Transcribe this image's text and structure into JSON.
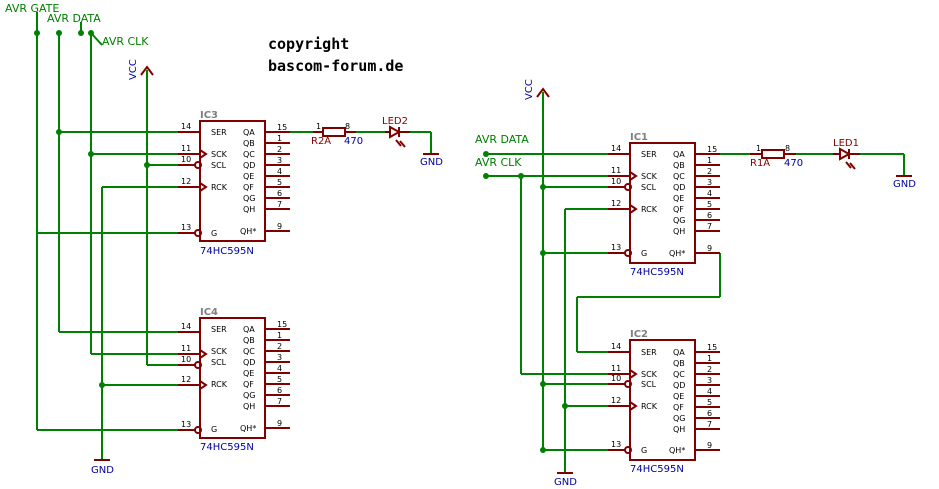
{
  "copyright": {
    "line1": "copyright",
    "line2": "bascom-forum.de"
  },
  "power": {
    "vcc": "VCC",
    "gnd": "GND"
  },
  "left_nets": {
    "gate": "AVR GATE",
    "data": "AVR DATA",
    "clk": "AVR CLK"
  },
  "right_nets": {
    "data": "AVR DATA",
    "clk": "AVR CLK"
  },
  "ic_part": "74HC595N",
  "ics": {
    "ic3": {
      "name": "IC3"
    },
    "ic4": {
      "name": "IC4"
    },
    "ic1": {
      "name": "IC1"
    },
    "ic2": {
      "name": "IC2"
    }
  },
  "left_pins": [
    {
      "num": "14",
      "label": "SER"
    },
    {
      "num": "11",
      "label": "SCK"
    },
    {
      "num": "10",
      "label": "SCL"
    },
    {
      "num": "12",
      "label": "RCK"
    },
    {
      "num": "13",
      "label": "G"
    }
  ],
  "right_pins": [
    {
      "num": "15",
      "label": "QA"
    },
    {
      "num": "1",
      "label": "QB"
    },
    {
      "num": "2",
      "label": "QC"
    },
    {
      "num": "3",
      "label": "QD"
    },
    {
      "num": "4",
      "label": "QE"
    },
    {
      "num": "5",
      "label": "QF"
    },
    {
      "num": "6",
      "label": "QG"
    },
    {
      "num": "7",
      "label": "QH"
    },
    {
      "num": "9",
      "label": "QH*"
    }
  ],
  "resistors": {
    "r2a": {
      "name": "R2A",
      "value": "470",
      "pin1": "1",
      "pin2": "8"
    },
    "r1a": {
      "name": "R1A",
      "value": "470",
      "pin1": "1",
      "pin2": "8"
    }
  },
  "leds": {
    "led2": "LED2",
    "led1": "LED1"
  }
}
